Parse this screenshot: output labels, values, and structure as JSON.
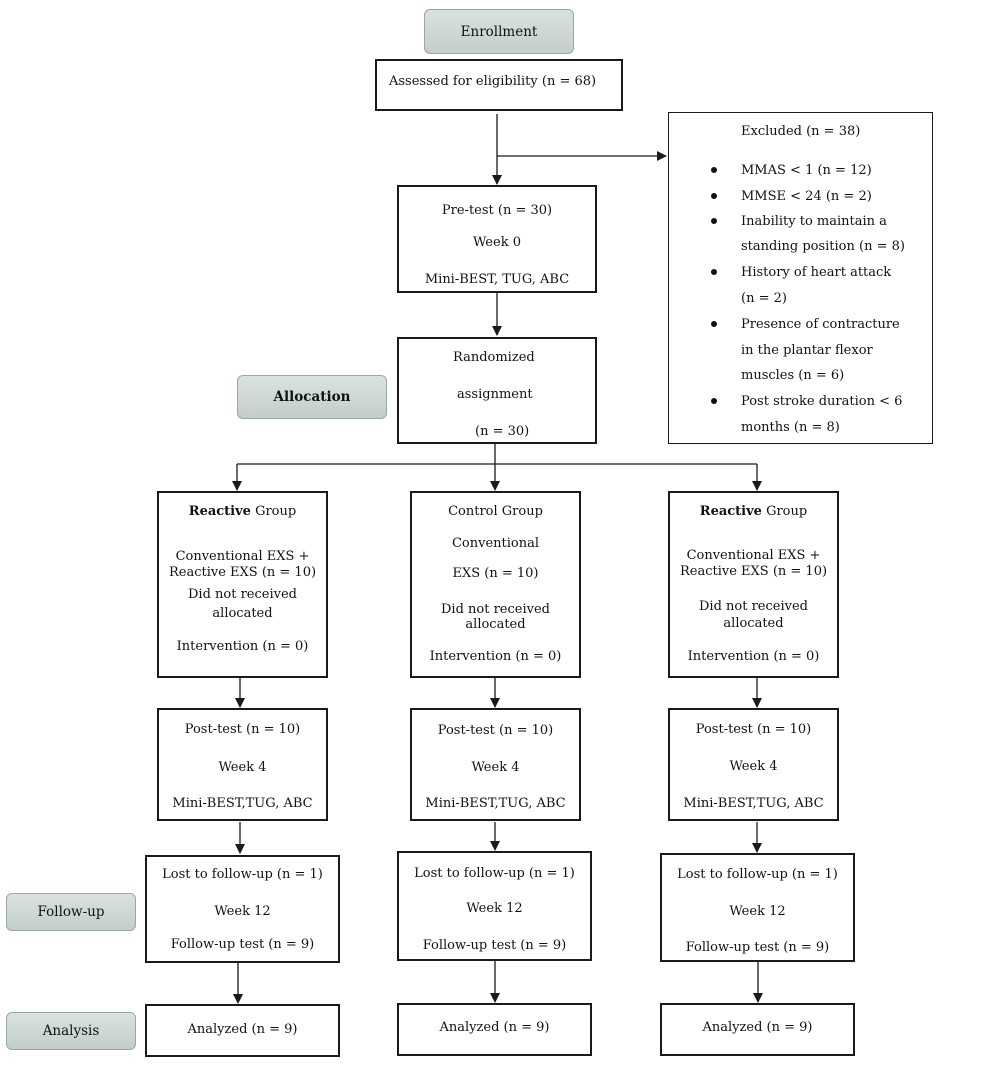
{
  "stages": {
    "enrollment": "Enrollment",
    "allocation": "Allocation",
    "follow_up": "Follow-up",
    "analysis": "Analysis"
  },
  "assessed": "Assessed for eligibility (n = 68)",
  "excluded": {
    "title": "Excluded (n = 38)",
    "items": [
      [
        "MMAS < 1 (n = 12)"
      ],
      [
        "MMSE < 24 (n = 2)"
      ],
      [
        "Inability to maintain a",
        "standing position (n = 8)"
      ],
      [
        "History of heart attack",
        "(n = 2)"
      ],
      [
        " Presence of contracture",
        "in the plantar flexor",
        "muscles (n = 6)"
      ],
      [
        "Post stroke duration < 6",
        "months (n = 8)"
      ]
    ]
  },
  "pretest": {
    "title": "Pre-test (n = 30)",
    "week": "Week 0",
    "measures": "Mini-BEST, TUG, ABC"
  },
  "randomized": {
    "line1": "Randomized",
    "line2": "assignment",
    "line3": "(n = 30)"
  },
  "groups": [
    {
      "title_bold": "Reactive",
      "title_rest": " Group",
      "intervention_1": "Conventional EXS +",
      "intervention_2": "Reactive EXS (n = 10)",
      "not_received_1": "Did not received",
      "not_received_2": "allocated",
      "intervention_count": "Intervention (n = 0)",
      "posttest": "Post-test (n = 10)",
      "posttest_week": "Week 4",
      "posttest_measures": "Mini-BEST,TUG, ABC",
      "lost": "Lost to follow-up (n = 1)",
      "followup_week": "Week 12",
      "followup_test": "Follow-up test (n = 9)",
      "analyzed": "Analyzed (n = 9)"
    },
    {
      "title_bold": "",
      "title_rest": "Control Group",
      "intervention_1": "Conventional",
      "intervention_2": "EXS (n = 10)",
      "not_received_1": "Did not received",
      "not_received_2": "allocated",
      "intervention_count": "Intervention (n = 0)",
      "posttest": "Post-test (n = 10)",
      "posttest_week": "Week 4",
      "posttest_measures": "Mini-BEST,TUG, ABC",
      "lost": "Lost to follow-up (n = 1)",
      "followup_week": "Week 12",
      "followup_test": "Follow-up test (n = 9)",
      "analyzed": "Analyzed (n = 9)"
    },
    {
      "title_bold": "Reactive",
      "title_rest": " Group",
      "intervention_1": "Conventional EXS +",
      "intervention_2": "Reactive EXS (n = 10)",
      "not_received_1": "Did not received",
      "not_received_2": "allocated",
      "intervention_count": "Intervention (n = 0)",
      "posttest": "Post-test (n = 10)",
      "posttest_week": "Week 4",
      "posttest_measures": "Mini-BEST,TUG, ABC",
      "lost": "Lost to follow-up (n = 1)",
      "followup_week": "Week 12",
      "followup_test": "Follow-up test (n = 9)",
      "analyzed": "Analyzed (n = 9)"
    }
  ]
}
